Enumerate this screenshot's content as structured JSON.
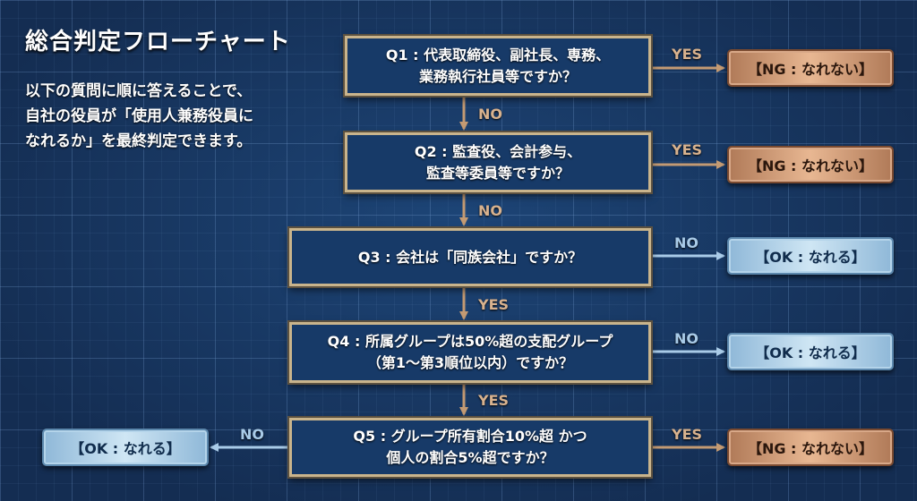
{
  "title": "総合判定フローチャート",
  "description": [
    "以下の質問に順に答えることで、",
    "自社の役員が「使用人兼務役員に",
    "なれるか」を最終判定できます。"
  ],
  "questions": [
    {
      "lines": [
        "Q1 : 代表取締役、副社長、専務、",
        "業務執行社員等ですか？"
      ]
    },
    {
      "lines": [
        "Q2 : 監査役、会計参与、",
        "監査等委員等ですか？"
      ]
    },
    {
      "lines": [
        "Q3 : 会社は「同族会社」ですか？"
      ]
    },
    {
      "lines": [
        "Q4 : 所属グループは50%超の支配グループ",
        "（第1～第3順位以内）ですか？"
      ]
    },
    {
      "lines": [
        "Q5 : グループ所有割合10%超 かつ",
        "個人の割合5%超ですか？"
      ]
    }
  ],
  "results": {
    "ng": "【NG : なれない】",
    "ok": "【OK : なれる】"
  },
  "labels": {
    "yes": "YES",
    "no": "NO"
  },
  "colors": {
    "background": "#163560",
    "question_border": "#c9b48c",
    "ng": "#e8b792",
    "ok": "#cfe6f4",
    "arrow_tan": "#c39a73",
    "arrow_blue": "#a9cbe8"
  }
}
